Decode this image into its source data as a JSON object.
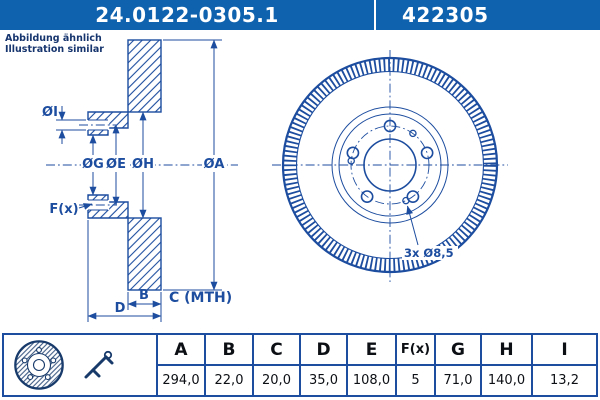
{
  "header": {
    "part_number": "24.0122-0305.1",
    "ref_number": "422305"
  },
  "note": {
    "line1": "Abbildung ähnlich",
    "line2": "Illustration similar"
  },
  "drawing": {
    "dia_i": "ØI",
    "dia_g": "ØG",
    "dia_e": "ØE",
    "dia_h": "ØH",
    "dia_a": "ØA",
    "f_label": "F(x)",
    "b_label": "B",
    "c_label": "C (MTH)",
    "d_label": "D",
    "holes_label": "3x Ø8,5"
  },
  "colors": {
    "header_bg": "#0f62ae",
    "line_blue": "#1d4d9f",
    "table_text": "#0c0f14"
  },
  "table": {
    "columns": [
      {
        "label": "A",
        "value": "294,0"
      },
      {
        "label": "B",
        "value": "22,0"
      },
      {
        "label": "C",
        "value": "20,0"
      },
      {
        "label": "D",
        "value": "35,0"
      },
      {
        "label": "E",
        "value": "108,0"
      },
      {
        "label": "F(x)",
        "value": "5"
      },
      {
        "label": "G",
        "value": "71,0"
      },
      {
        "label": "H",
        "value": "140,0"
      },
      {
        "label": "I",
        "value": "13,2"
      }
    ]
  }
}
